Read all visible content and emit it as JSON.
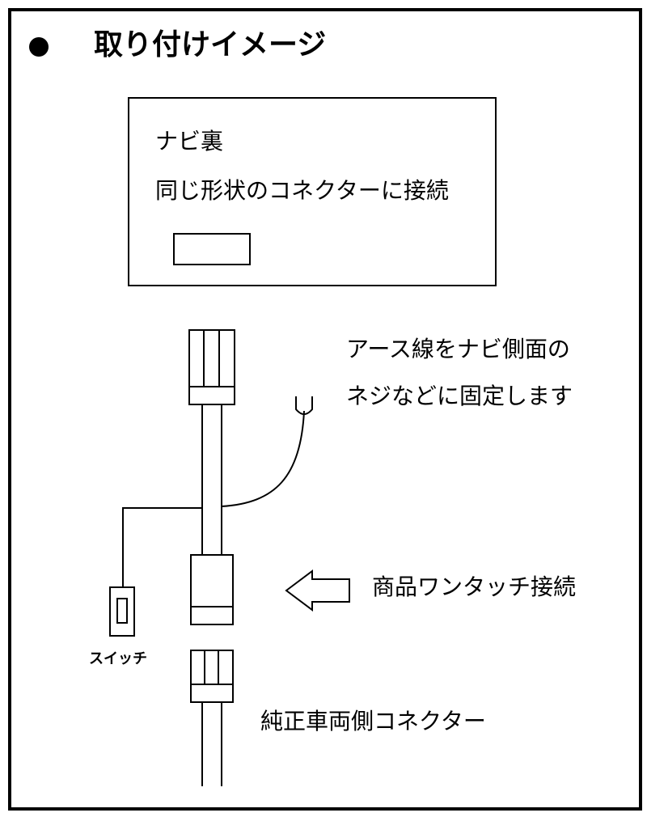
{
  "title": "取り付けイメージ",
  "navi_box": {
    "line1": "ナビ裏",
    "line2": "同じ形状のコネクターに接続"
  },
  "ground_note": {
    "line1": "アース線をナビ側面の",
    "line2": "ネジなどに固定します"
  },
  "product_note": "商品ワンタッチ接続",
  "switch_label": "スイッチ",
  "vehicle_connector": "純正車両側コネクター"
}
